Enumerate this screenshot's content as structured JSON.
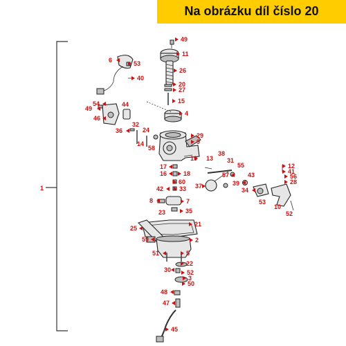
{
  "banner": {
    "text": "Na obrázku díl číslo 20",
    "color": "#ffcc00"
  },
  "colors": {
    "label": "#cc1111",
    "line": "#333333",
    "part_fill": "#e6e6e6"
  },
  "assembly_label": "1",
  "callouts": [
    "49",
    "11",
    "26",
    "20",
    "27",
    "15",
    "4",
    "6",
    "53",
    "40",
    "54",
    "49",
    "44",
    "46",
    "32",
    "24",
    "36",
    "14",
    "58",
    "29",
    "9",
    "19",
    "13",
    "38",
    "31",
    "17",
    "16",
    "18",
    "55",
    "37",
    "57",
    "12",
    "41",
    "56",
    "28",
    "60",
    "43",
    "39",
    "42",
    "33",
    "34",
    "53",
    "10",
    "52",
    "8",
    "7",
    "23",
    "35",
    "25",
    "21",
    "59",
    "2",
    "51",
    "5",
    "22",
    "30",
    "52",
    "3",
    "50",
    "48",
    "47",
    "45"
  ]
}
